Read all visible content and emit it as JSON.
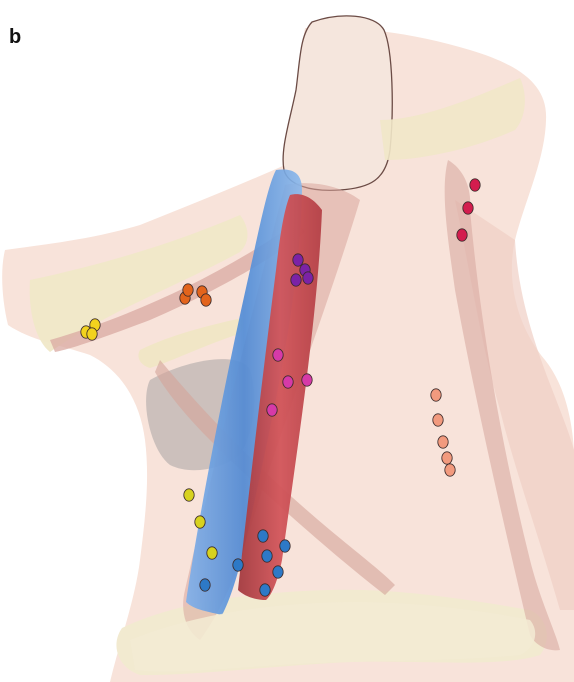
{
  "panel_label": "b",
  "colors": {
    "skin": "#f7dfd6",
    "skin_shadow": "#efc8bd",
    "bone": "#f3ecd2",
    "muscle": "#d9aaa2",
    "vein": "#5b95dc",
    "artery": "#c94a4a",
    "gland": "#a9a6a6"
  },
  "anatomy": [
    "skull-base",
    "mandible",
    "hyoid",
    "clavicle",
    "sternocleidomastoid-muscle",
    "trapezius-muscle",
    "digastric-muscle",
    "omohyoid-muscle",
    "internal-jugular-vein",
    "carotid-artery",
    "submandibular-gland"
  ],
  "node_groups": [
    {
      "name": "level-ia",
      "color": "#f2d21e",
      "count": 3
    },
    {
      "name": "level-ib",
      "color": "#e3641c",
      "count": 4
    },
    {
      "name": "level-iia",
      "color": "#7b22a6",
      "count": 4
    },
    {
      "name": "level-iii",
      "color": "#d63aa8",
      "count": 4
    },
    {
      "name": "level-iv",
      "color": "#d7d21f",
      "count": 3
    },
    {
      "name": "level-iv-deep",
      "color": "#2d79c7",
      "count": 7
    },
    {
      "name": "level-va",
      "color": "#d31d4e",
      "count": 3
    },
    {
      "name": "level-vb",
      "color": "#f29a7e",
      "count": 5
    }
  ]
}
